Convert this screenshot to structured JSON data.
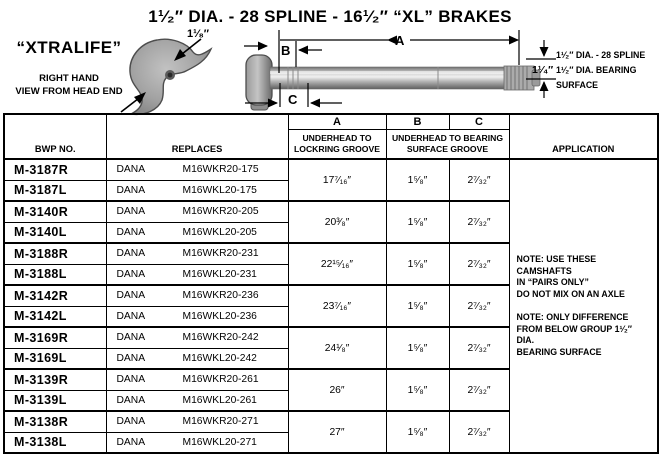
{
  "title": "1¹⁄₂″ DIA. - 28 SPLINE - 16¹⁄₂″ “XL” BRAKES",
  "left_block": {
    "brand": "“XTRALIFE”",
    "view_line1": "RIGHT HAND",
    "view_line2": "VIEW FROM HEAD END"
  },
  "diagram": {
    "cam_dim_label": "1¹⁄₈″",
    "dim_a": "A",
    "dim_b": "B",
    "dim_c": "C",
    "dim_right": "1¹⁄₄″",
    "spec_line1": "1¹⁄₂″ DIA. - 28 SPLINE",
    "spec_line2": "1¹⁄₂″ DIA. BEARING",
    "spec_line3": "SURFACE"
  },
  "table": {
    "headers": {
      "bwp": "BWP NO.",
      "replaces": "REPLACES",
      "a": "A",
      "a_sub": "UNDERHEAD TO LOCKRING GROOVE",
      "b": "B",
      "c": "C",
      "bc_sub": "UNDERHEAD TO BEARING SURFACE GROOVE",
      "application": "APPLICATION"
    },
    "groups": [
      {
        "a": "17⁷⁄₁₆″",
        "b": "1⁵⁄₈″",
        "c": "2⁷⁄₃₂″",
        "rows": [
          {
            "bwp": "M-3187R",
            "brand": "DANA",
            "part": "M16WKR20-175"
          },
          {
            "bwp": "M-3187L",
            "brand": "DANA",
            "part": "M16WKL20-175"
          }
        ]
      },
      {
        "a": "20³⁄₈″",
        "b": "1⁵⁄₈″",
        "c": "2⁷⁄₃₂″",
        "rows": [
          {
            "bwp": "M-3140R",
            "brand": "DANA",
            "part": "M16WKR20-205"
          },
          {
            "bwp": "M-3140L",
            "brand": "DANA",
            "part": "M16WKL20-205"
          }
        ]
      },
      {
        "a": "22¹⁵⁄₁₆″",
        "b": "1⁵⁄₈″",
        "c": "2⁷⁄₃₂″",
        "rows": [
          {
            "bwp": "M-3188R",
            "brand": "DANA",
            "part": "M16WKR20-231"
          },
          {
            "bwp": "M-3188L",
            "brand": "DANA",
            "part": "M16WKL20-231"
          }
        ]
      },
      {
        "a": "23⁷⁄₁₆″",
        "b": "1⁵⁄₈″",
        "c": "2⁷⁄₃₂″",
        "rows": [
          {
            "bwp": "M-3142R",
            "brand": "DANA",
            "part": "M16WKR20-236"
          },
          {
            "bwp": "M-3142L",
            "brand": "DANA",
            "part": "M16WKL20-236"
          }
        ]
      },
      {
        "a": "24¹⁄₈″",
        "b": "1⁵⁄₈″",
        "c": "2⁷⁄₃₂″",
        "rows": [
          {
            "bwp": "M-3169R",
            "brand": "DANA",
            "part": "M16WKR20-242"
          },
          {
            "bwp": "M-3169L",
            "brand": "DANA",
            "part": "M16WKL20-242"
          }
        ]
      },
      {
        "a": "26″",
        "b": "1⁵⁄₈″",
        "c": "2⁷⁄₃₂″",
        "rows": [
          {
            "bwp": "M-3139R",
            "brand": "DANA",
            "part": "M16WKR20-261"
          },
          {
            "bwp": "M-3139L",
            "brand": "DANA",
            "part": "M16WKL20-261"
          }
        ]
      },
      {
        "a": "27″",
        "b": "1⁵⁄₈″",
        "c": "2⁷⁄₃₂″",
        "rows": [
          {
            "bwp": "M-3138R",
            "brand": "DANA",
            "part": "M16WKR20-271"
          },
          {
            "bwp": "M-3138L",
            "brand": "DANA",
            "part": "M16WKL20-271"
          }
        ]
      }
    ],
    "notes": [
      {
        "lines": [
          "NOTE: USE THESE CAMSHAFTS",
          "IN “PAIRS ONLY”",
          "DO NOT MIX ON AN AXLE"
        ]
      },
      {
        "lines": [
          "NOTE: ONLY DIFFERENCE",
          "FROM BELOW GROUP 1¹⁄₂″ DIA.",
          "BEARING SURFACE"
        ]
      }
    ]
  }
}
